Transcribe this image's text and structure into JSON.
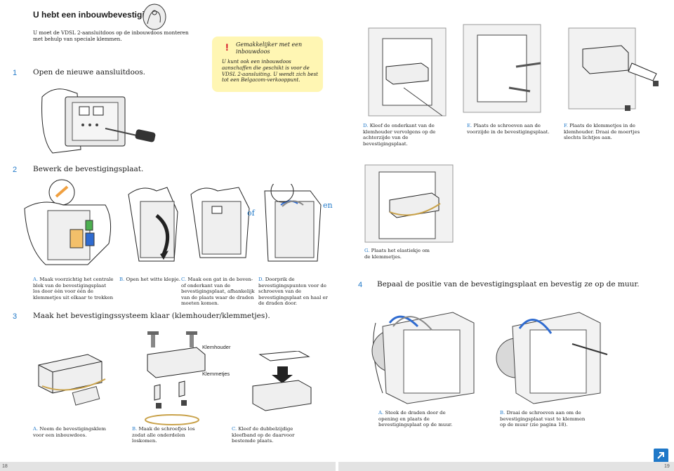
{
  "left": {
    "title": "U hebt een inbouwbevestiging",
    "intro": "U moet de VDSL 2-aansluitdoos op de inbouwdoos monteren met behulp van speciale klemmen.",
    "note": {
      "title": "Gemakkelijker met een inbouwdoos",
      "body": "U kunt ook een inbouwdoos aanschaffen die geschikt is voor de VDSL 2-aansluiting. U wendt zich best tot een Belgacom-verkooppunt."
    },
    "step1": {
      "num": "1",
      "text": "Open de nieuwe aansluitdoos."
    },
    "step2": {
      "num": "2",
      "text": "Bewerk de bevestigingsplaat."
    },
    "step3": {
      "num": "3",
      "text": "Maak het bevestigingssysteem klaar (klemhouder/klemmetjes)."
    },
    "word_of": "of",
    "word_en": "en",
    "caps_step2": [
      {
        "letter": "A.",
        "text": "Maak voorzichtig het centrale blok van de bevestigingsplaat los door één voor één de klemmetjes uit elkaar te trekken"
      },
      {
        "letter": "B.",
        "text": "Open het witte klepje."
      },
      {
        "letter": "C.",
        "text": "Maak een gat in de boven- of onderkant van de bevestigingsplaat, afhankelijk van de plaats waar de draden moeten komen."
      },
      {
        "letter": "D.",
        "text": "Doorprik de bevestigingspunten voor de schroeven van de bevestigingsplaat en haal er de draden door."
      }
    ],
    "labels": {
      "klemhouder": "Klemhouder",
      "klemmetjes": "Klemmetjes"
    },
    "caps_step3": [
      {
        "letter": "A.",
        "text": "Neem de bevestigingsklem voor een inbouwdoos."
      },
      {
        "letter": "B.",
        "text": "Maak de schroefjes los zodat alle onderdelen loskomen."
      },
      {
        "letter": "C.",
        "text": "Kleef de dubbelzijdige kleefband op de daarvoor bestemde plaats."
      }
    ],
    "page": "18"
  },
  "right": {
    "caps_top": [
      {
        "letter": "D.",
        "text": "Kleef de onderkant van de klemhouder vervolgens op de achterzijde van de bevestigingsplaat."
      },
      {
        "letter": "E.",
        "text": "Plaats de schroeven aan de voorzijde in de bevestigingsplaat."
      },
      {
        "letter": "F.",
        "text": "Plaats de klemmetjes in de klemhouder. Draai de moertjes slechts lichtjes aan."
      }
    ],
    "cap_g": {
      "letter": "G.",
      "text": "Plaats het elastiekje om de klemmetjes."
    },
    "step4": {
      "num": "4",
      "text": "Bepaal de positie van de bevestigingsplaat en bevestig ze op de muur."
    },
    "caps_step4": [
      {
        "letter": "A.",
        "text": "Steek de draden door de opening en plaats de bevestigingsplaat op de muur."
      },
      {
        "letter": "B.",
        "text": "Draai de schroeven aan om de bevestigingsplaat vast te klemmen op de muur (zie pagina 18)."
      }
    ],
    "page": "19",
    "next_icon": "next-page-arrow-icon"
  },
  "colors": {
    "accent": "#1f78c8",
    "note_bg": "#fff6b3",
    "alert": "#d0021b"
  }
}
